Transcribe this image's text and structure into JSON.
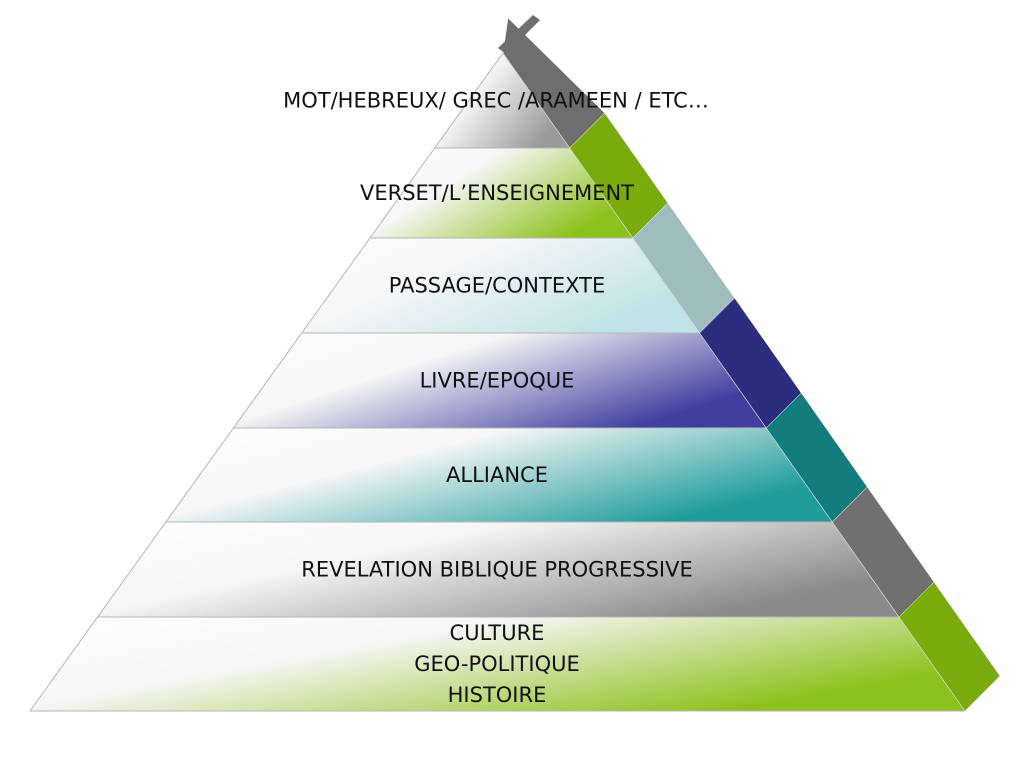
{
  "diagram": {
    "type": "pyramid",
    "tiers": [
      {
        "lines": [
          "MOT/HEBREUX/ GREC /ARAMEEN / ETC…"
        ],
        "color": "#6e6e6e",
        "shade": "#9a9a9a"
      },
      {
        "lines": [
          "VERSET/L’ENSEIGNEMENT"
        ],
        "color": "#7aab0c",
        "shade": "#8cc21c"
      },
      {
        "lines": [
          "PASSAGE/CONTEXTE"
        ],
        "color": "#9fbcbf",
        "shade": "#bfe3e6"
      },
      {
        "lines": [
          "LIVRE/EPOQUE"
        ],
        "color": "#2d2d7f",
        "shade": "#3f3fa0"
      },
      {
        "lines": [
          "ALLIANCE"
        ],
        "color": "#137d7d",
        "shade": "#1f9c9c"
      },
      {
        "lines": [
          "REVELATION BIBLIQUE PROGRESSIVE"
        ],
        "color": "#707070",
        "shade": "#8a8a8a"
      },
      {
        "lines": [
          "CULTURE",
          "GEO-POLITIQUE",
          "HISTOIRE"
        ],
        "color": "#7aab0c",
        "shade": "#8cc21c"
      }
    ]
  }
}
